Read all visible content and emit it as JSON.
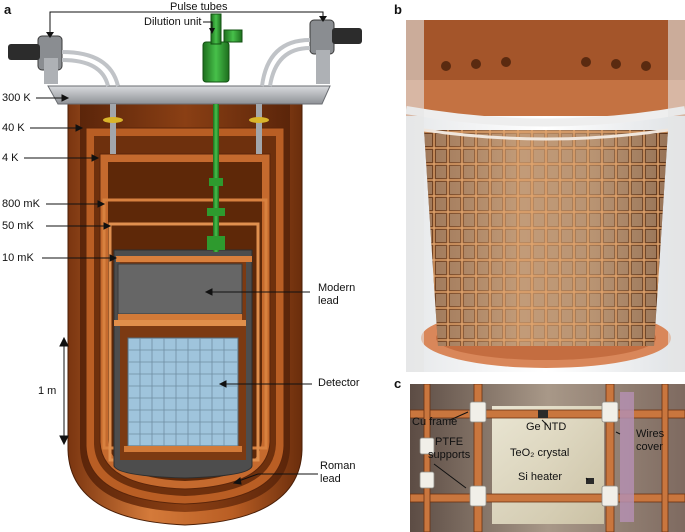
{
  "panels": {
    "a": "a",
    "b": "b",
    "c": "c"
  },
  "panel_a": {
    "top_labels": {
      "pulse_tubes": "Pulse tubes",
      "dilution_unit": "Dilution unit"
    },
    "temperatures": [
      {
        "id": "t300",
        "label": "300 K"
      },
      {
        "id": "t40",
        "label": "40 K"
      },
      {
        "id": "t4",
        "label": "4 K"
      },
      {
        "id": "t800",
        "label": "800 mK"
      },
      {
        "id": "t50",
        "label": "50 mK"
      },
      {
        "id": "t10",
        "label": "10 mK"
      }
    ],
    "scale_label": "1 m",
    "components": {
      "modern_lead": "Modern\nlead",
      "detector": "Detector",
      "roman_lead": "Roman\nlead"
    }
  },
  "panel_c": {
    "cu_frame": "Cu frame",
    "ptfe_supports": "PTFE\nsupports",
    "ge_ntd": "Ge NTD",
    "teo2_crystal": "TeO₂ crystal",
    "si_heater": "Si heater",
    "wires_cover": "Wires\ncover"
  },
  "colors": {
    "copper": "#c8662a",
    "copper_dark": "#8a3f14",
    "lead": "#6d6d6d",
    "plate": "#b9bcc0",
    "dilution": "#2e9a2e",
    "detector": "#9fc4dc"
  }
}
